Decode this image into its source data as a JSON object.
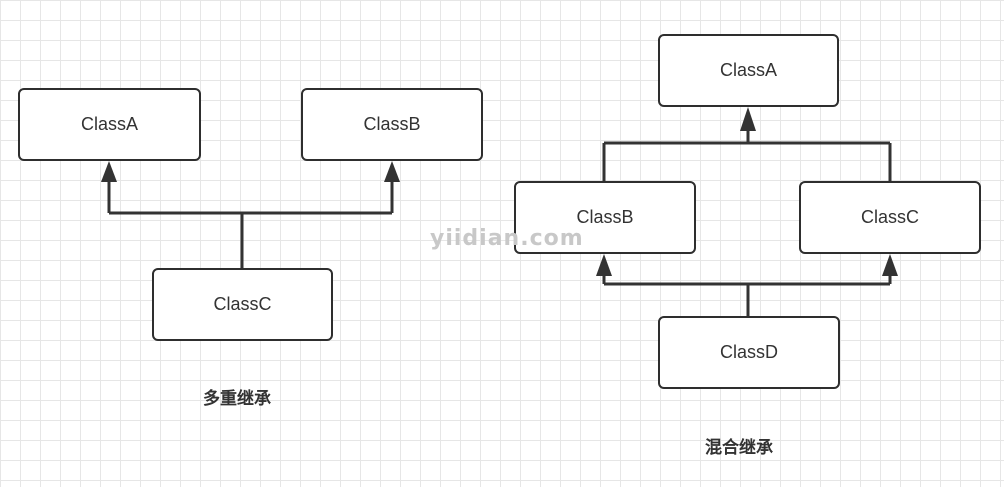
{
  "multiple_inheritance": {
    "caption": "多重继承",
    "class_a": "ClassA",
    "class_b": "ClassB",
    "class_c": "ClassC"
  },
  "hybrid_inheritance": {
    "caption": "混合继承",
    "class_a": "ClassA",
    "class_b": "ClassB",
    "class_c": "ClassC",
    "class_d": "ClassD"
  },
  "watermark": "yiidian.com",
  "colors": {
    "line": "#333333",
    "box_border": "#2e2e2e",
    "grid": "#e6e6e6"
  }
}
